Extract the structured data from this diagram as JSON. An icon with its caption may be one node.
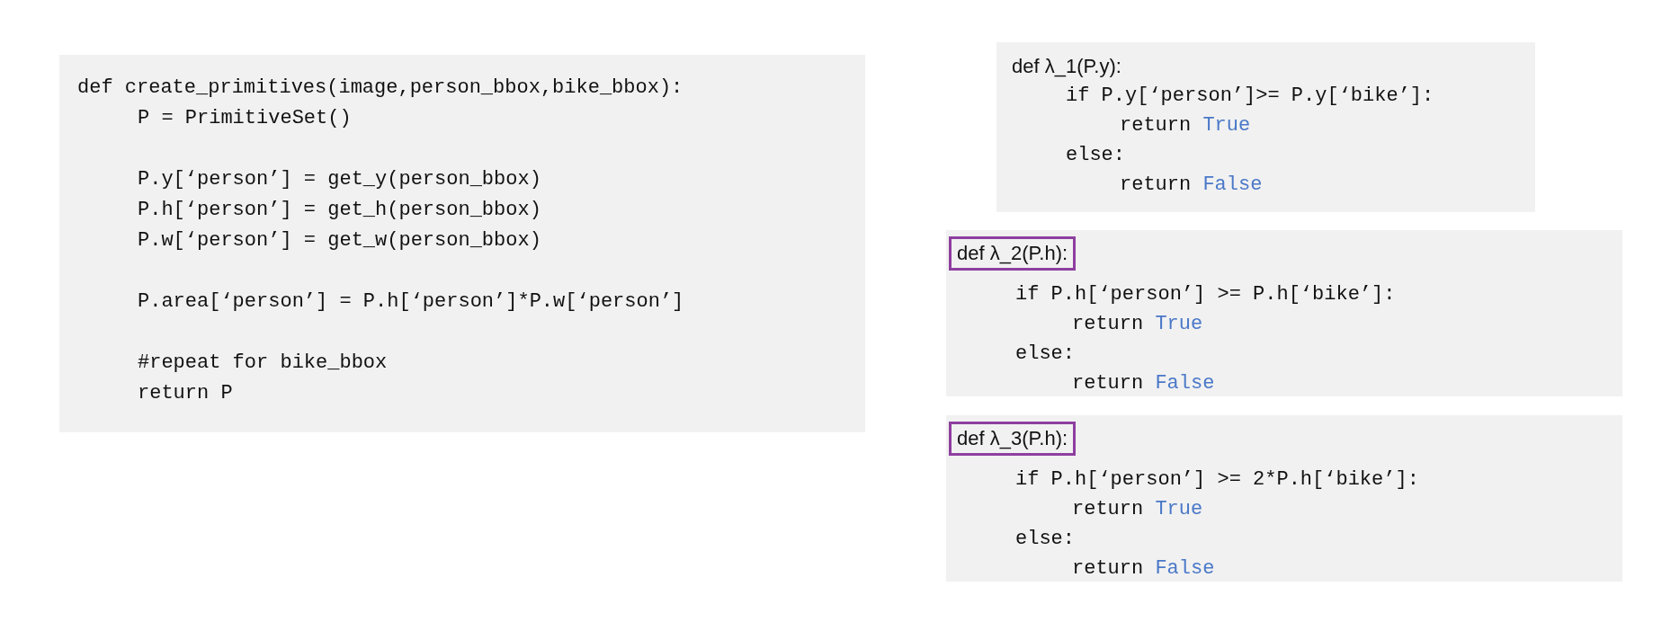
{
  "diagram": {
    "nodes": [
      {
        "text": [
          "def create_primitives(image,person_bbox,bike_bbox):",
          "P = PrimitiveSet()",
          "P.y[‘person’] = get_y(person_bbox)",
          "P.h[‘person’] = get_h(person_bbox)",
          "P.w[‘person’] = get_w(person_bbox)",
          "P.area[‘person’] = P.h[‘person’]*P.w[‘person’]",
          "#repeat for bike_bbox",
          "return P"
        ]
      },
      {
        "text": [
          "def λ_1(P.y):",
          "if P.y[‘person’]>= P.y[‘bike’]:",
          "return True",
          "else:",
          "return False"
        ]
      },
      {
        "text": [
          "if P.h[‘person’] >= P.h[‘bike’]:",
          "return True",
          "else:",
          "return False"
        ]
      },
      {
        "text": [
          "def λ_2(P.h):"
        ],
        "in": 2
      },
      {
        "text": [
          "if P.h[‘person’] >= 2*P.h[‘bike’]:",
          "return True",
          "else:",
          "return False"
        ]
      },
      {
        "text": [
          "def λ_3(P.h):"
        ],
        "in": 4
      }
    ]
  }
}
